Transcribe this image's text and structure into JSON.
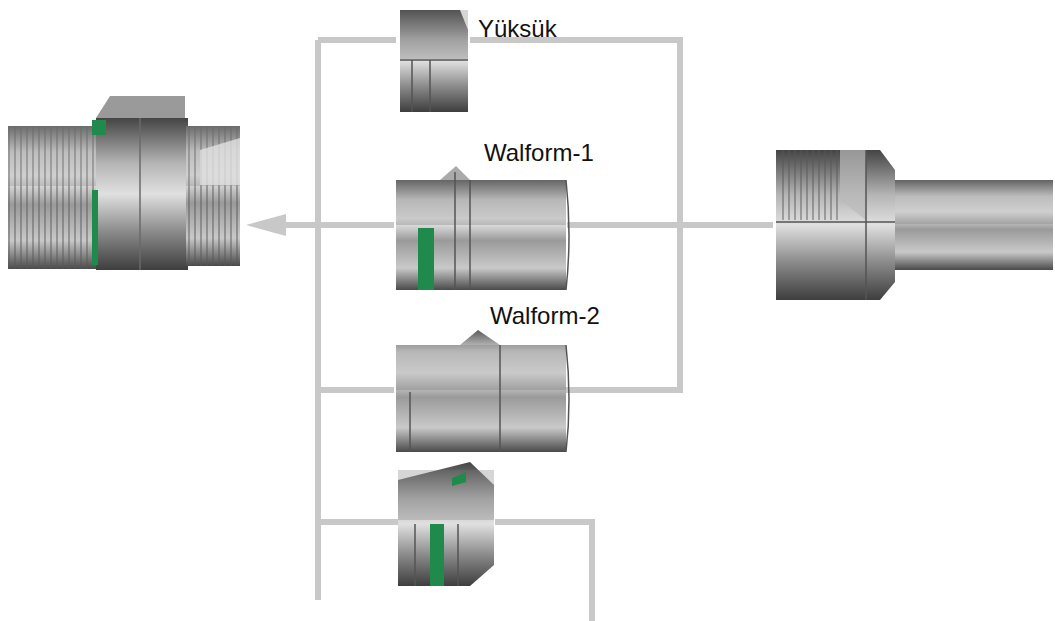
{
  "diagram": {
    "labels": [
      "Yüksük",
      "Walform-1",
      "Walform-2"
    ]
  }
}
